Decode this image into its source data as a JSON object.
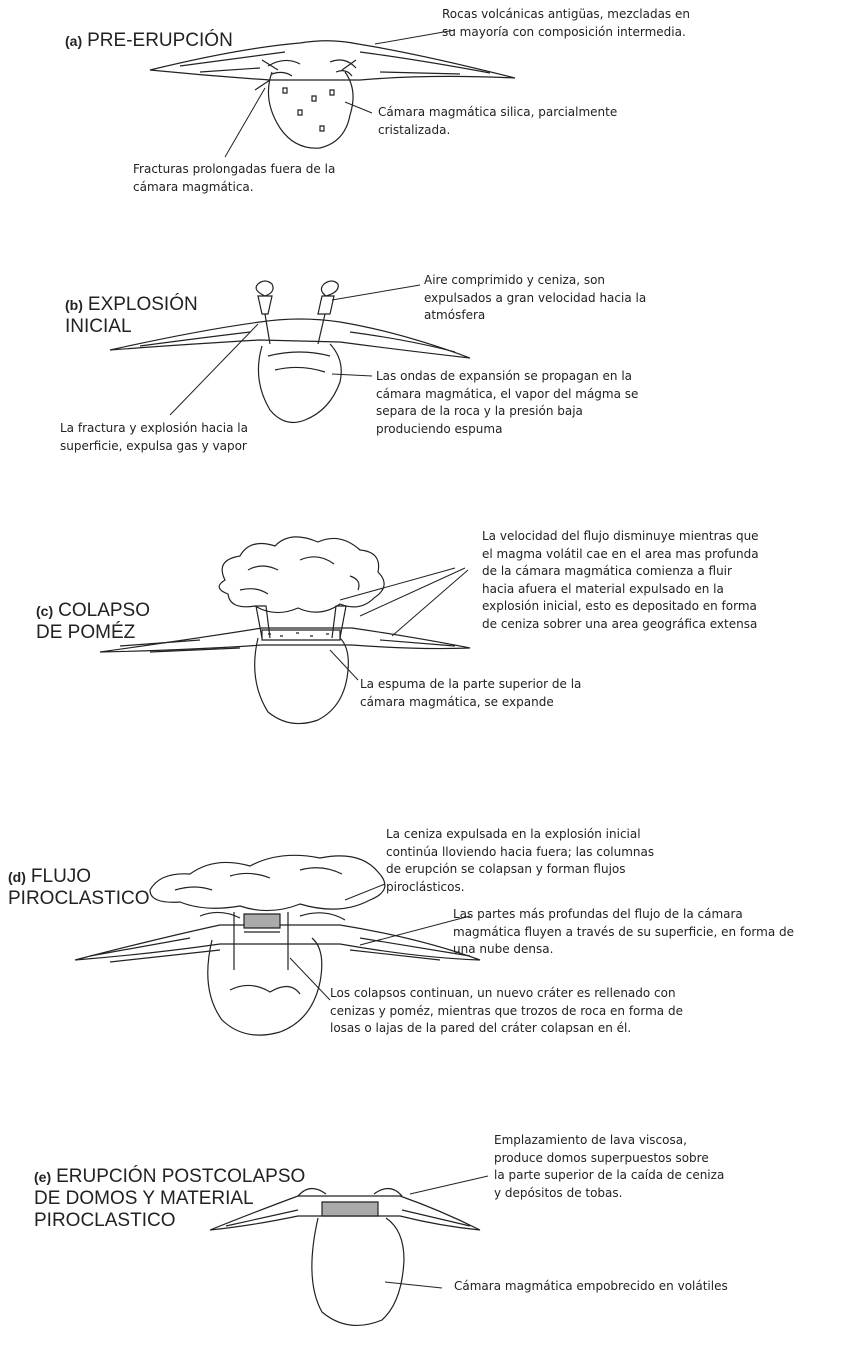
{
  "panels": [
    {
      "letter": "(a)",
      "title": "PRE-ERUPCIÓN",
      "notes": [
        "Rocas volcánicas antigüas, mezcladas en\nsu mayoría con composición intermedia.",
        "Cámara magmática silica, parcialmente\ncristalizada.",
        "Fracturas prolongadas fuera de la\ncámara magmática."
      ]
    },
    {
      "letter": "(b)",
      "title": "EXPLOSIÓN\nINICIAL",
      "notes": [
        "Aire comprimido y ceniza, son\nexpulsados a gran velocidad hacia la\natmósfera",
        "Las ondas de expansión se propagan en la\ncámara magmática, el vapor del mágma se\nsepara de la roca y la presión baja\nproduciendo espuma",
        "La fractura y explosión hacia la\nsuperficie, expulsa gas y vapor"
      ]
    },
    {
      "letter": "(c)",
      "title": "COLAPSO\nDE POMÉZ",
      "notes": [
        "La velocidad del flujo disminuye mientras que\nel magma volátil cae en el area mas profunda\nde la cámara magmática comienza a fluir\nhacia afuera el material expulsado en la\nexplosión inicial, esto es depositado en forma\nde ceniza sobrer una area geográfica extensa",
        "La espuma de la parte superior de la\ncámara magmática, se expande"
      ]
    },
    {
      "letter": "(d)",
      "title": "FLUJO\nPIROCLASTICO",
      "notes": [
        "La ceniza expulsada en la explosión inicial\ncontinúa lloviendo hacia fuera; las columnas\nde  erupción se colapsan y forman flujos\npiroclásticos.",
        "Las partes más profundas del flujo de la cámara\nmagmática fluyen a través de su superficie, en forma de\nuna nube densa.",
        "Los colapsos continuan, un nuevo cráter es rellenado con\ncenizas y poméz, mientras que trozos de roca en forma de\nlosas o lajas de la pared del cráter colapsan en él."
      ]
    },
    {
      "letter": "(e)",
      "title": "ERUPCIÓN POSTCOLAPSO\nDE DOMOS Y MATERIAL\nPIROCLASTICO",
      "notes": [
        "Emplazamiento de lava viscosa,\nproduce domos superpuestos sobre\nla parte superior de la caída de ceniza\ny depósitos de tobas.",
        "Cámara magmática empobrecido en volátiles"
      ]
    }
  ]
}
